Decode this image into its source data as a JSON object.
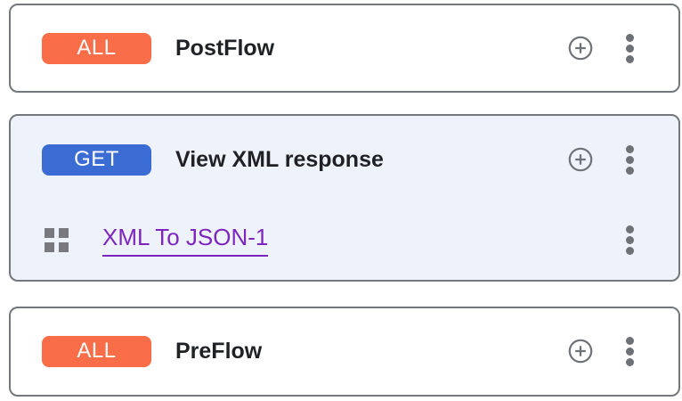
{
  "colors": {
    "badge_all": "#f96d48",
    "badge_get": "#3b6cd4",
    "card_selected_bg": "#eef2fb",
    "card_border": "#74787c",
    "icon_gray": "#6e7276",
    "policy_link_purple": "#7d26bd",
    "title_text": "#1f2124"
  },
  "icons": {
    "add_policy": "plus-circle",
    "more_options": "kebab-vertical-dots",
    "reorder": "drag-handle-squares"
  },
  "cards": [
    {
      "badge": {
        "label": "ALL",
        "color": "#f96d48"
      },
      "title": "PostFlow"
    },
    {
      "badge": {
        "label": "GET",
        "color": "#3b6cd4"
      },
      "title": "View XML response",
      "selected": true,
      "policies": [
        {
          "label": "XML To JSON-1"
        }
      ]
    },
    {
      "badge": {
        "label": "ALL",
        "color": "#f96d48"
      },
      "title": "PreFlow"
    }
  ]
}
